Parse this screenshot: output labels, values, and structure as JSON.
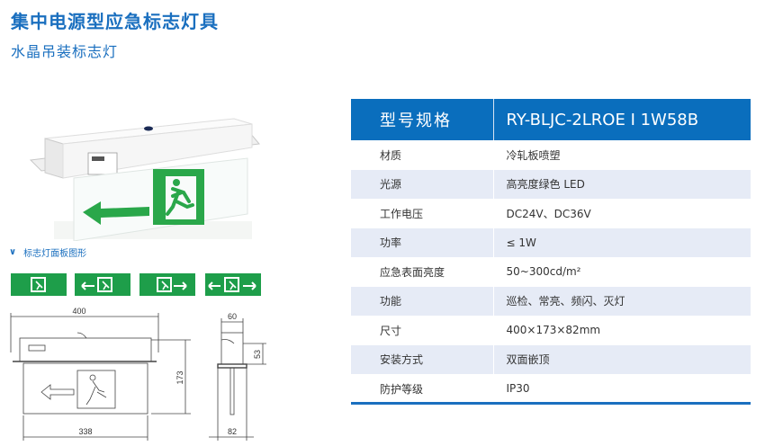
{
  "header": {
    "title": "集中电源型应急标志灯具",
    "subtitle": "水晶吊装标志灯"
  },
  "panels": {
    "caption": "标志灯面板图形",
    "items": [
      {
        "name": "exit-only",
        "arrows": "none"
      },
      {
        "name": "exit-left",
        "arrows": "left"
      },
      {
        "name": "exit-right",
        "arrows": "right"
      },
      {
        "name": "exit-both",
        "arrows": "both"
      }
    ],
    "color": "#1e9e4a"
  },
  "drawing": {
    "front_width": "400",
    "front_bottom_width": "338",
    "front_height": "173",
    "side_top_width": "60",
    "side_top_height": "53",
    "side_bottom_width": "82"
  },
  "spec": {
    "header_key": "型号规格",
    "header_value": "RY-BLJC-2LROE Ⅰ 1W58B",
    "rows": [
      {
        "key": "材质",
        "value": "冷轧板喷塑"
      },
      {
        "key": "光源",
        "value": "高亮度绿色 LED"
      },
      {
        "key": "工作电压",
        "value": "DC24V、DC36V"
      },
      {
        "key": "功率",
        "value": "≤ 1W"
      },
      {
        "key": "应急表面亮度",
        "value": "50~300cd/m²"
      },
      {
        "key": "功能",
        "value": "巡检、常亮、频闪、灭灯"
      },
      {
        "key": "尺寸",
        "value": "400×173×82mm"
      },
      {
        "key": "安装方式",
        "value": "双面嵌顶"
      },
      {
        "key": "防护等级",
        "value": "IP30"
      }
    ],
    "header_color": "#0a6ebd",
    "stripe_color": "#e6ebf6"
  }
}
